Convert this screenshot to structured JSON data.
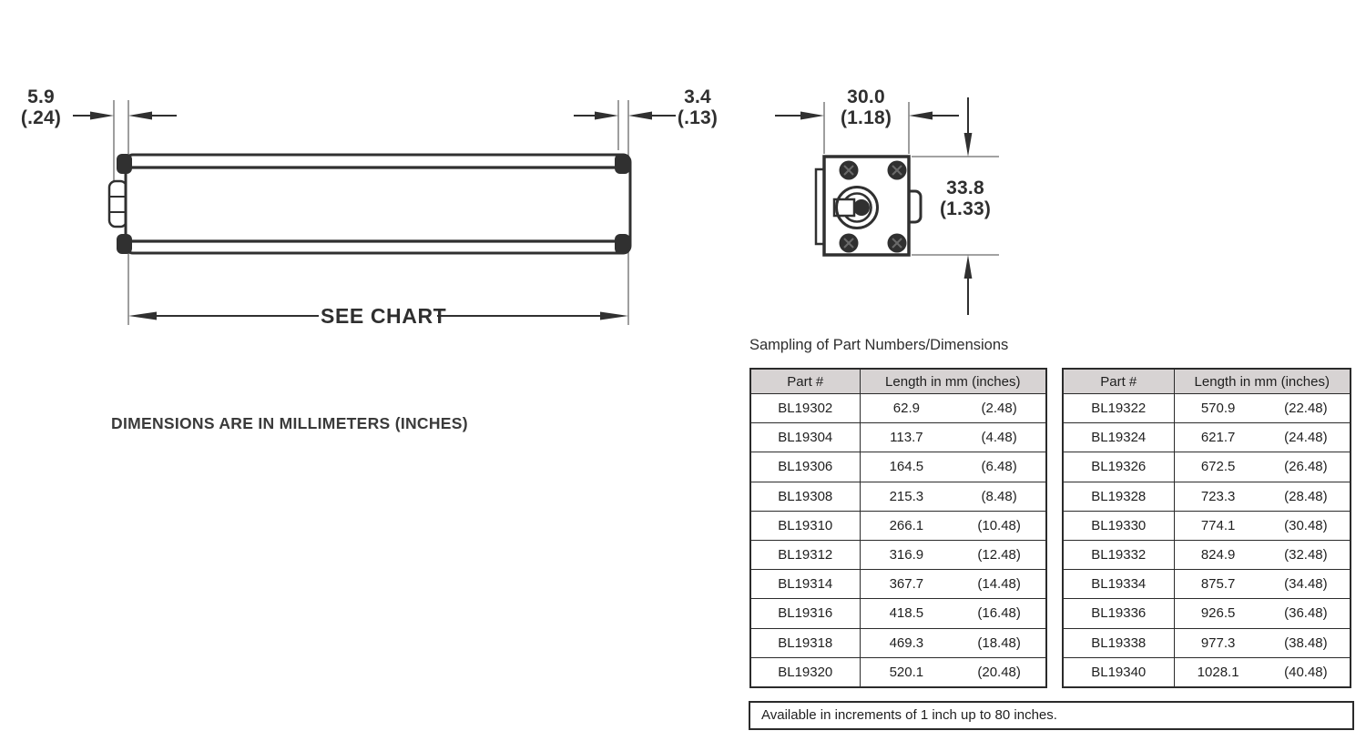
{
  "drawing": {
    "side_view": {
      "left_dim": {
        "mm": "5.9",
        "inches": "(.24)"
      },
      "right_dim": {
        "mm": "3.4",
        "inches": "(.13)"
      },
      "length_label": "SEE CHART"
    },
    "end_view": {
      "width_dim": {
        "mm": "30.0",
        "inches": "(1.18)"
      },
      "height_dim": {
        "mm": "33.8",
        "inches": "(1.33)"
      }
    },
    "units_note": "DIMENSIONS ARE IN MILLIMETERS (INCHES)"
  },
  "table_section": {
    "title": "Sampling of Part Numbers/Dimensions",
    "headers": {
      "part": "Part #",
      "length": "Length in mm (inches)"
    },
    "left_rows": [
      {
        "part": "BL19302",
        "mm": "62.9",
        "inches": "(2.48)"
      },
      {
        "part": "BL19304",
        "mm": "113.7",
        "inches": "(4.48)"
      },
      {
        "part": "BL19306",
        "mm": "164.5",
        "inches": "(6.48)"
      },
      {
        "part": "BL19308",
        "mm": "215.3",
        "inches": "(8.48)"
      },
      {
        "part": "BL19310",
        "mm": "266.1",
        "inches": "(10.48)"
      },
      {
        "part": "BL19312",
        "mm": "316.9",
        "inches": "(12.48)"
      },
      {
        "part": "BL19314",
        "mm": "367.7",
        "inches": "(14.48)"
      },
      {
        "part": "BL19316",
        "mm": "418.5",
        "inches": "(16.48)"
      },
      {
        "part": "BL19318",
        "mm": "469.3",
        "inches": "(18.48)"
      },
      {
        "part": "BL19320",
        "mm": "520.1",
        "inches": "(20.48)"
      }
    ],
    "right_rows": [
      {
        "part": "BL19322",
        "mm": "570.9",
        "inches": "(22.48)"
      },
      {
        "part": "BL19324",
        "mm": "621.7",
        "inches": "(24.48)"
      },
      {
        "part": "BL19326",
        "mm": "672.5",
        "inches": "(26.48)"
      },
      {
        "part": "BL19328",
        "mm": "723.3",
        "inches": "(28.48)"
      },
      {
        "part": "BL19330",
        "mm": "774.1",
        "inches": "(30.48)"
      },
      {
        "part": "BL19332",
        "mm": "824.9",
        "inches": "(32.48)"
      },
      {
        "part": "BL19334",
        "mm": "875.7",
        "inches": "(34.48)"
      },
      {
        "part": "BL19336",
        "mm": "926.5",
        "inches": "(36.48)"
      },
      {
        "part": "BL19338",
        "mm": "977.3",
        "inches": "(38.48)"
      },
      {
        "part": "BL19340",
        "mm": "1028.1",
        "inches": "(40.48)"
      }
    ],
    "footnote": "Available in increments of 1 inch up to 80 inches."
  },
  "colors": {
    "line": "#303030",
    "table_border": "#2b2b2b",
    "table_header_bg": "#d7d3d3",
    "text": "#2b2b2b"
  }
}
